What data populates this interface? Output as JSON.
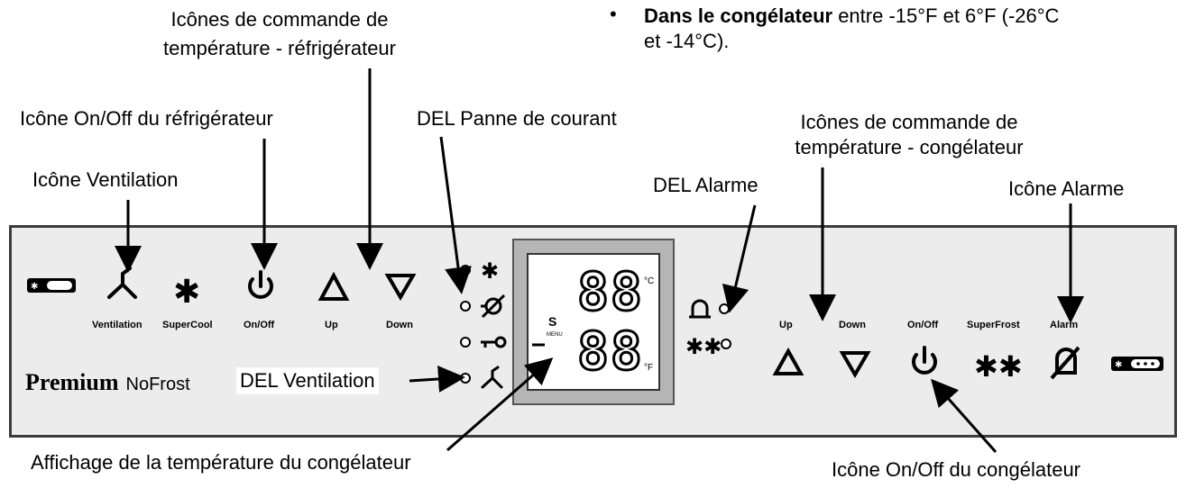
{
  "header_note": {
    "bullet": "•",
    "bold": "Dans le congélateur",
    "rest": " entre -15°F et 6°F (-26°C",
    "line2": "et -14°C)."
  },
  "labels": {
    "fridge_temp_controls_line1": "Icônes de commande de",
    "fridge_temp_controls_line2": "température - réfrigérateur",
    "fridge_onoff": "Icône On/Off du réfrigérateur",
    "ventilation_icon": "Icône Ventilation",
    "power_failure_led": "DEL Panne de courant",
    "freezer_temp_controls_line1": "Icônes de commande de",
    "freezer_temp_controls_line2": "température - congélateur",
    "alarm_led": "DEL Alarme",
    "alarm_icon": "Icône Alarme",
    "ventilation_led": "DEL Ventilation",
    "freezer_display": "Affichage de la température du congélateur",
    "freezer_onoff": "Icône On/Off du congélateur"
  },
  "panel": {
    "brand_bold": "Premium",
    "brand_regular": "NoFrost",
    "fridge_buttons": [
      "Ventilation",
      "SuperCool",
      "On/Off",
      "Up",
      "Down"
    ],
    "freezer_buttons": [
      "Up",
      "Down",
      "On/Off",
      "SuperFrost",
      "Alarm"
    ],
    "display": {
      "digits_top": "88",
      "digits_bottom": "88",
      "unit_c": "°C",
      "unit_f": "°F",
      "s_mark": "S",
      "menu_mark": "MENU"
    }
  }
}
